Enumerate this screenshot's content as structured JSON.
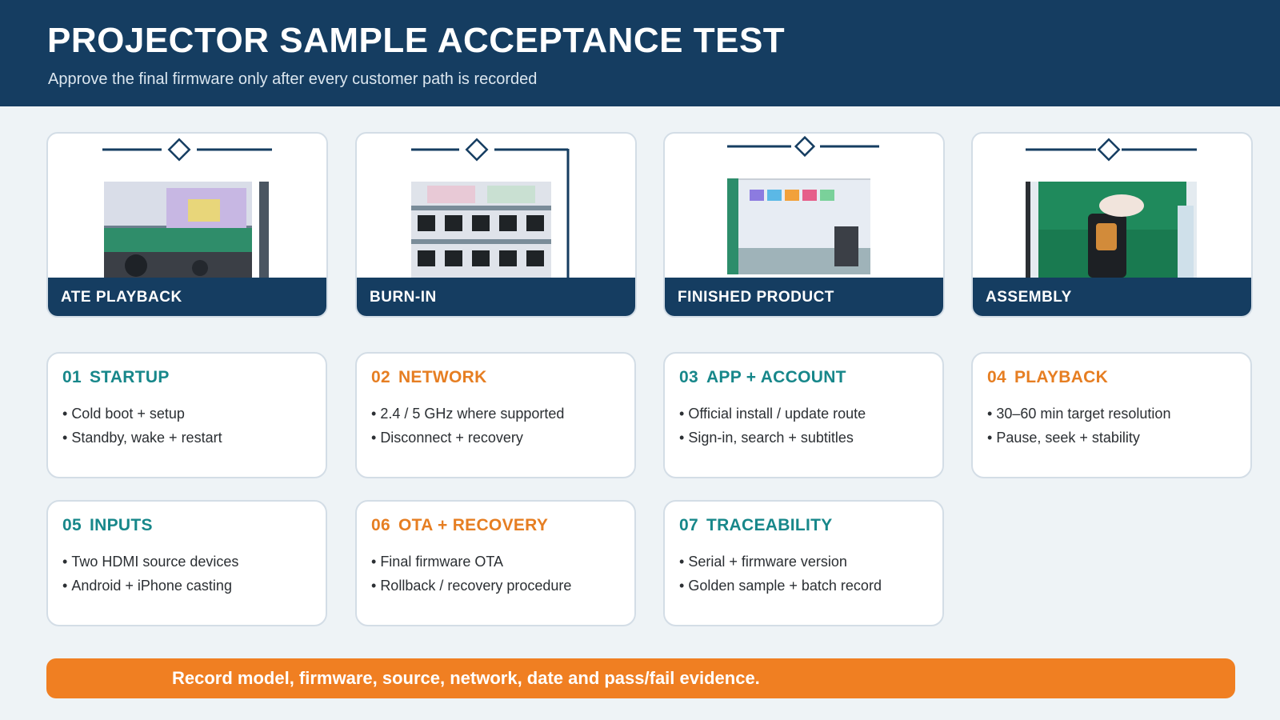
{
  "header": {
    "title": "PROJECTOR SAMPLE ACCEPTANCE TEST",
    "subtitle": "Approve the final firmware only after every customer path is recorded"
  },
  "photos": [
    {
      "label": "ATE PLAYBACK",
      "image": "projector-ate-playback-photo"
    },
    {
      "label": "BURN-IN",
      "image": "projector-burn-in-rack-photo"
    },
    {
      "label": "FINISHED PRODUCT",
      "image": "projector-finished-product-photo"
    },
    {
      "label": "ASSEMBLY",
      "image": "projector-assembly-photo"
    }
  ],
  "steps": [
    {
      "num": "01",
      "title": "STARTUP",
      "items": [
        "Cold boot + setup",
        "Standby, wake + restart"
      ]
    },
    {
      "num": "02",
      "title": "NETWORK",
      "items": [
        "2.4 / 5 GHz where supported",
        "Disconnect + recovery"
      ]
    },
    {
      "num": "03",
      "title": "APP + ACCOUNT",
      "items": [
        "Official install / update route",
        "Sign-in, search + subtitles"
      ]
    },
    {
      "num": "04",
      "title": "PLAYBACK",
      "items": [
        "30–60 min target resolution",
        "Pause, seek + stability"
      ]
    },
    {
      "num": "05",
      "title": "INPUTS",
      "items": [
        "Two HDMI source devices",
        "Android + iPhone casting"
      ]
    },
    {
      "num": "06",
      "title": "OTA + RECOVERY",
      "items": [
        "Final firmware OTA",
        "Rollback / recovery procedure"
      ]
    },
    {
      "num": "07",
      "title": "TRACEABILITY",
      "items": [
        "Serial + firmware version",
        "Golden sample + batch record"
      ]
    }
  ],
  "banner": {
    "text": "Record model, firmware, source, network, date and pass/fail evidence."
  },
  "colors": {
    "navy": "#153d61",
    "teal": "#17878a",
    "orange": "#e67e22",
    "banner": "#f07f22"
  }
}
